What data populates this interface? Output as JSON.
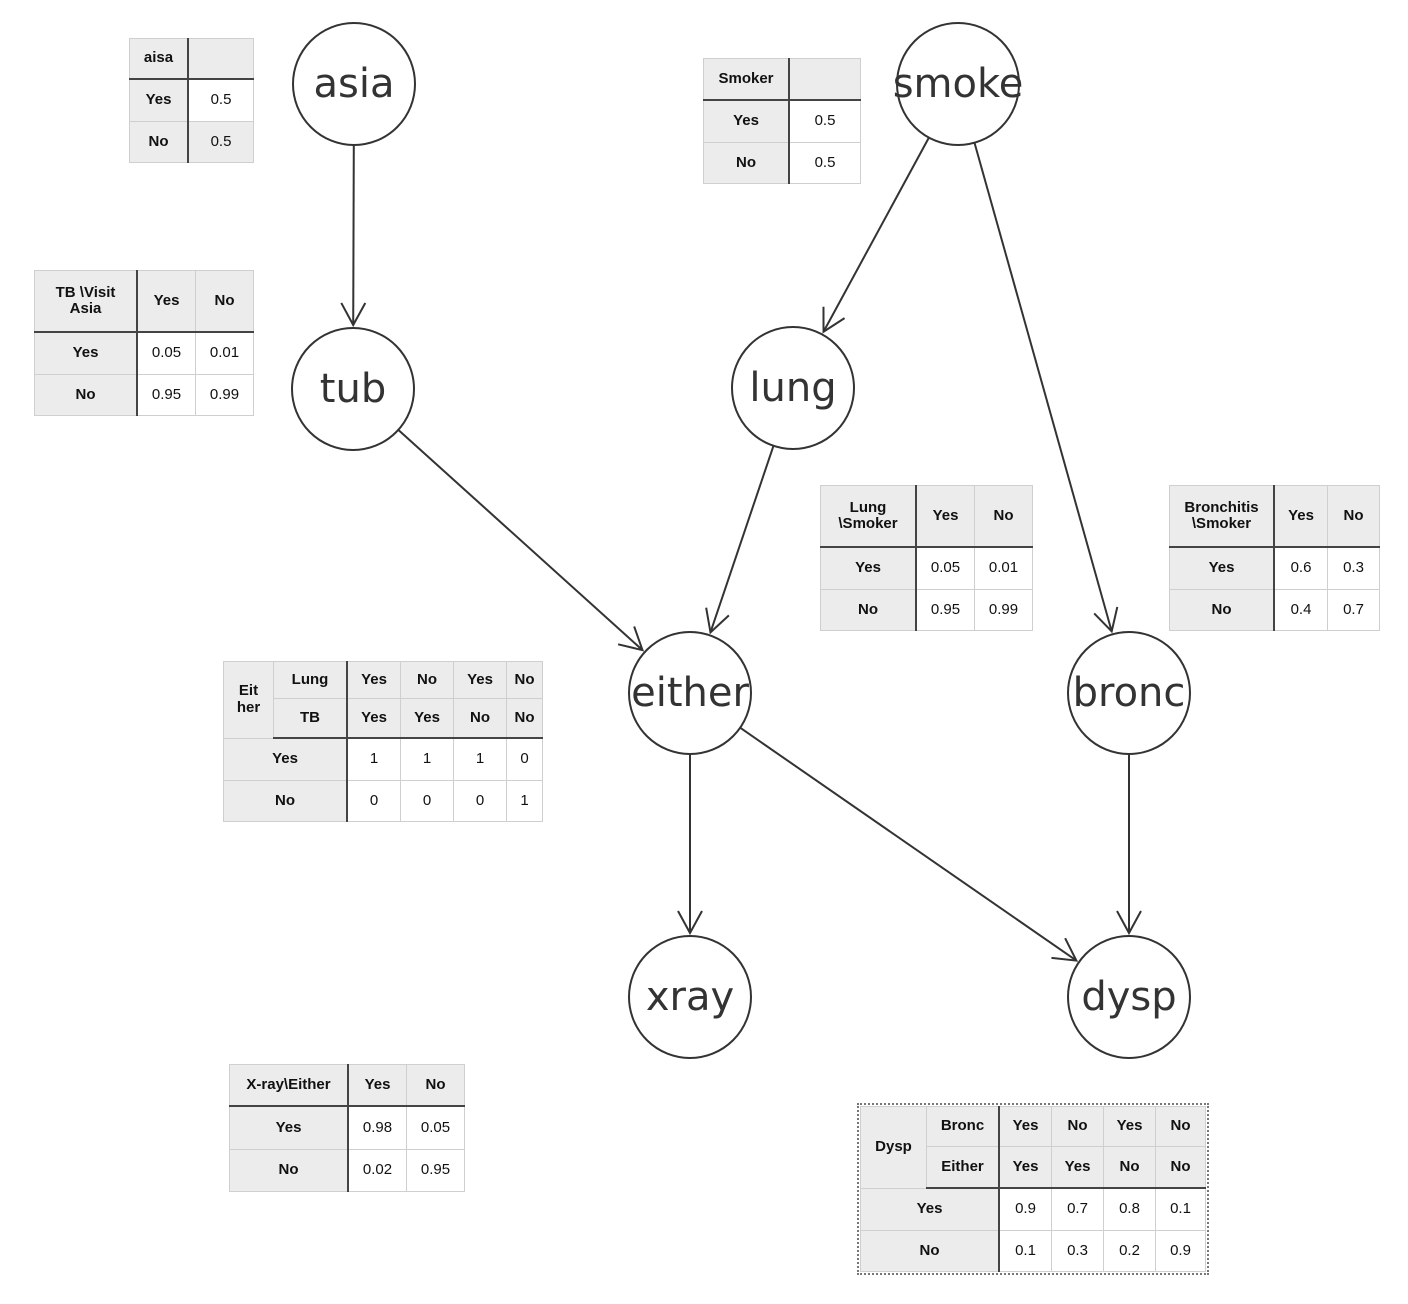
{
  "nodes": {
    "asia": "asia",
    "tub": "tub",
    "smoke": "smoke",
    "lung": "lung",
    "either": "either",
    "bronc": "bronc",
    "xray": "xray",
    "dysp": "dysp"
  },
  "edges": [
    [
      "asia",
      "tub"
    ],
    [
      "smoke",
      "lung"
    ],
    [
      "smoke",
      "bronc"
    ],
    [
      "tub",
      "either"
    ],
    [
      "lung",
      "either"
    ],
    [
      "either",
      "xray"
    ],
    [
      "either",
      "dysp"
    ],
    [
      "bronc",
      "dysp"
    ]
  ],
  "tables": {
    "asia": {
      "header": "aisa",
      "rows": [
        {
          "label": "Yes",
          "value": "0.5"
        },
        {
          "label": "No",
          "value": "0.5"
        }
      ]
    },
    "smoker": {
      "header": "Smoker",
      "rows": [
        {
          "label": "Yes",
          "value": "0.5"
        },
        {
          "label": "No",
          "value": "0.5"
        }
      ]
    },
    "tb": {
      "corner_line1": "TB \\Visit",
      "corner_line2": "Asia",
      "cols": [
        "Yes",
        "No"
      ],
      "rows": [
        {
          "label": "Yes",
          "values": [
            "0.05",
            "0.01"
          ]
        },
        {
          "label": "No",
          "values": [
            "0.95",
            "0.99"
          ]
        }
      ]
    },
    "lung": {
      "corner_line1": "Lung",
      "corner_line2": "\\Smoker",
      "cols": [
        "Yes",
        "No"
      ],
      "rows": [
        {
          "label": "Yes",
          "values": [
            "0.05",
            "0.01"
          ]
        },
        {
          "label": "No",
          "values": [
            "0.95",
            "0.99"
          ]
        }
      ]
    },
    "bronchitis": {
      "corner_line1": "Bronchitis",
      "corner_line2": "\\Smoker",
      "cols": [
        "Yes",
        "No"
      ],
      "rows": [
        {
          "label": "Yes",
          "values": [
            "0.6",
            "0.3"
          ]
        },
        {
          "label": "No",
          "values": [
            "0.4",
            "0.7"
          ]
        }
      ]
    },
    "either": {
      "corner_line1": "Eit",
      "corner_line2": "her",
      "parent1_name": "Lung",
      "parent1_values": [
        "Yes",
        "No",
        "Yes",
        "No"
      ],
      "parent2_name": "TB",
      "parent2_values": [
        "Yes",
        "Yes",
        "No",
        "No"
      ],
      "rows": [
        {
          "label": "Yes",
          "values": [
            "1",
            "1",
            "1",
            "0"
          ]
        },
        {
          "label": "No",
          "values": [
            "0",
            "0",
            "0",
            "1"
          ]
        }
      ]
    },
    "xray": {
      "corner": "X-ray\\Either",
      "cols": [
        "Yes",
        "No"
      ],
      "rows": [
        {
          "label": "Yes",
          "values": [
            "0.98",
            "0.05"
          ]
        },
        {
          "label": "No",
          "values": [
            "0.02",
            "0.95"
          ]
        }
      ]
    },
    "dysp": {
      "corner": "Dysp",
      "parent1_name": "Bronc",
      "parent1_values": [
        "Yes",
        "No",
        "Yes",
        "No"
      ],
      "parent2_name": "Either",
      "parent2_values": [
        "Yes",
        "Yes",
        "No",
        "No"
      ],
      "rows": [
        {
          "label": "Yes",
          "values": [
            "0.9",
            "0.7",
            "0.8",
            "0.1"
          ]
        },
        {
          "label": "No",
          "values": [
            "0.1",
            "0.3",
            "0.2",
            "0.9"
          ]
        }
      ]
    }
  }
}
